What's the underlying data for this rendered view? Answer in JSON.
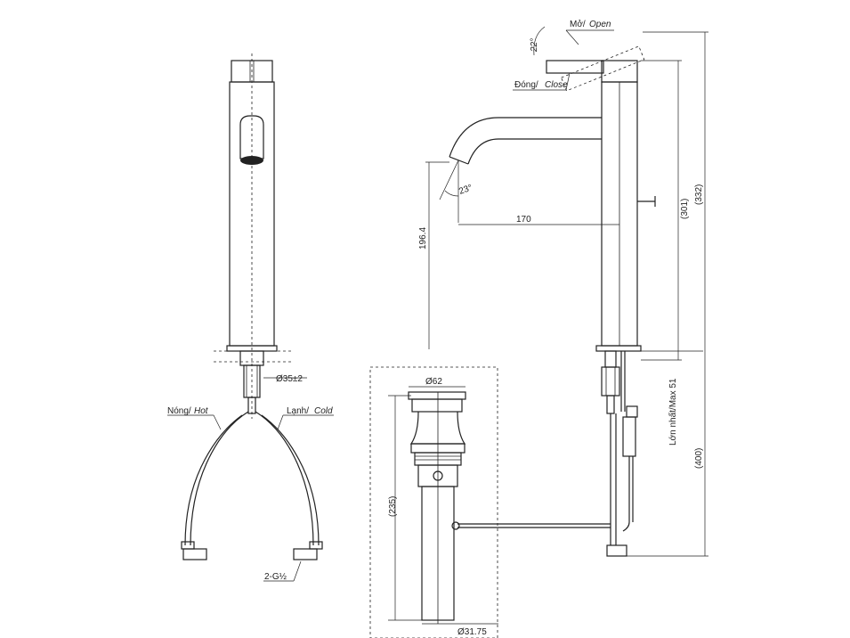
{
  "front_view": {
    "hot_label": "Nóng/",
    "hot_label_en": "Hot",
    "cold_label": "Lạnh/",
    "cold_label_en": "Cold",
    "base_diameter": "Ø35±2",
    "thread_label": "2-G½"
  },
  "side_view": {
    "open_label": "Mở/",
    "open_label_en": "Open",
    "close_label": "Đóng/",
    "close_label_en": "Close",
    "lever_angle": "22°",
    "spout_angle": "23°",
    "spout_reach": "170",
    "spout_height": "196.4",
    "body_height": "(301)",
    "total_height": "(332)",
    "max_thickness": "Lớn nhất/Max 51",
    "supply_length": "(400)"
  },
  "drain_view": {
    "top_diameter": "Ø62",
    "length": "(235)",
    "pipe_diameter": "Ø31.75"
  }
}
